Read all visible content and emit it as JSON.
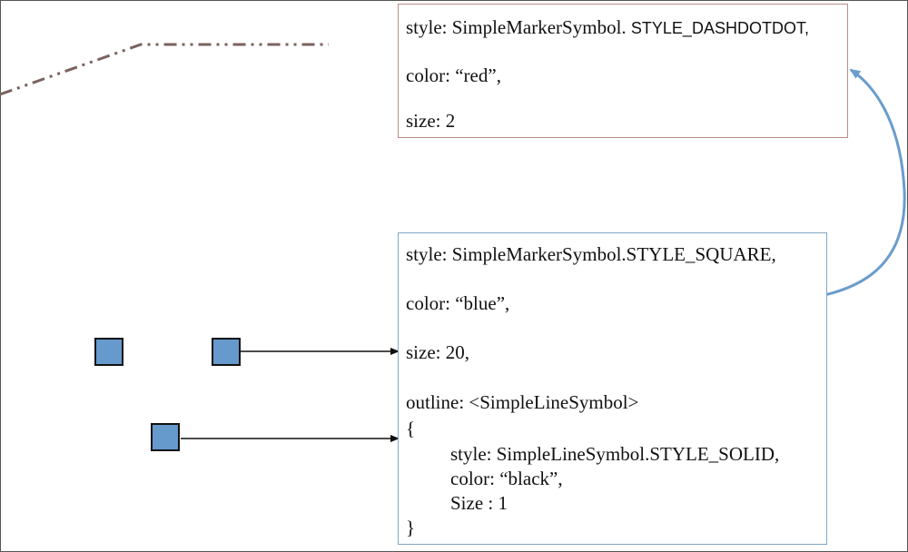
{
  "marker_box": {
    "style_prefix": "style: SimpleMarkerSymbol. ",
    "style_value": "STYLE_DASHDOTDOT,",
    "color": "color: “red”,",
    "size": "size:  2"
  },
  "square_box": {
    "style": "style: SimpleMarkerSymbol.STYLE_SQUARE,",
    "color": "color: “blue”,",
    "size": "size:  20,",
    "outline": "outline: <SimpleLineSymbol>",
    "brace_open": "{",
    "outline_style": "style: SimpleLineSymbol.STYLE_SOLID,",
    "outline_color": "color: “black”,",
    "outline_size": "Size : 1",
    "brace_close": "}"
  },
  "colors": {
    "square_fill": "#6699cc",
    "square_outline": "#111111",
    "dash_line": "#7a625e",
    "curve_arrow": "#6a9dcc",
    "marker_box_border": "#b98f85",
    "square_box_border": "#7fa7c7"
  }
}
